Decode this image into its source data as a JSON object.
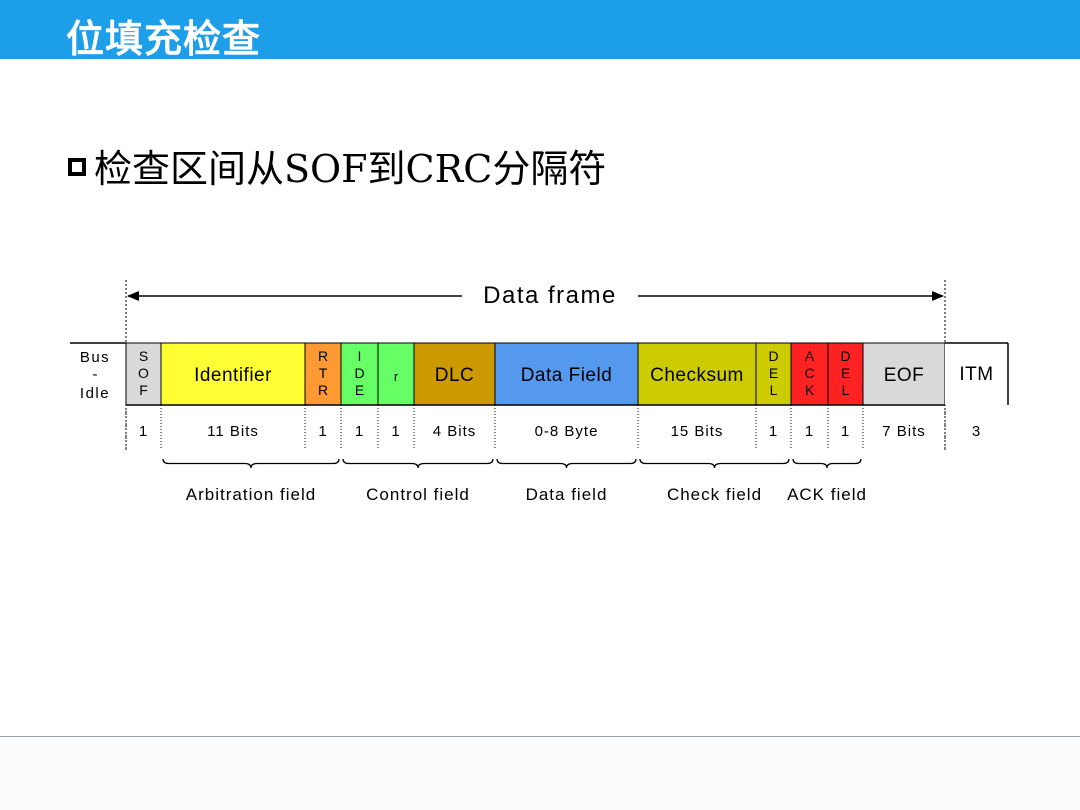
{
  "title": "位填充检查",
  "bullet": "检查区间从SOF到CRC分隔符",
  "diagram": {
    "frame_label": "Data frame",
    "bus_idle": [
      "Bus",
      "-",
      "Idle"
    ],
    "fields": [
      {
        "id": "sof",
        "lines": [
          "S",
          "O",
          "F"
        ],
        "bits": "1",
        "color": "#d9d9d9"
      },
      {
        "id": "identifier",
        "lines": [
          "Identifier"
        ],
        "bits": "11 Bits",
        "color": "#ffff33"
      },
      {
        "id": "rtr",
        "lines": [
          "R",
          "T",
          "R"
        ],
        "bits": "1",
        "color": "#ff9933"
      },
      {
        "id": "ide",
        "lines": [
          "I",
          "D",
          "E"
        ],
        "bits": "1",
        "color": "#66ff66"
      },
      {
        "id": "r",
        "lines": [
          "r"
        ],
        "bits": "1",
        "color": "#66ff66"
      },
      {
        "id": "dlc",
        "lines": [
          "DLC"
        ],
        "bits": "4 Bits",
        "color": "#cc9900"
      },
      {
        "id": "data-field",
        "lines": [
          "Data Field"
        ],
        "bits": "0-8 Byte",
        "color": "#5599ee"
      },
      {
        "id": "checksum",
        "lines": [
          "Checksum"
        ],
        "bits": "15 Bits",
        "color": "#cccc00"
      },
      {
        "id": "crc-del",
        "lines": [
          "D",
          "E",
          "L"
        ],
        "bits": "1",
        "color": "#cccc00"
      },
      {
        "id": "ack",
        "lines": [
          "A",
          "C",
          "K"
        ],
        "bits": "1",
        "color": "#ff2222"
      },
      {
        "id": "ack-del",
        "lines": [
          "D",
          "E",
          "L"
        ],
        "bits": "1",
        "color": "#ff2222"
      },
      {
        "id": "eof",
        "lines": [
          "EOF"
        ],
        "bits": "7 Bits",
        "color": "#d9d9d9"
      },
      {
        "id": "itm",
        "lines": [
          "ITM"
        ],
        "bits": "3",
        "color": "#ffffff"
      }
    ],
    "groups": [
      {
        "id": "arbitration-field",
        "label": "Arbitration field",
        "from": "identifier",
        "to": "rtr"
      },
      {
        "id": "control-field",
        "label": "Control field",
        "from": "ide",
        "to": "dlc"
      },
      {
        "id": "data-field",
        "label": "Data field",
        "from": "data-field",
        "to": "data-field"
      },
      {
        "id": "check-field",
        "label": "Check field",
        "from": "checksum",
        "to": "crc-del"
      },
      {
        "id": "ack-field",
        "label": "ACK field",
        "from": "ack",
        "to": "ack-del"
      }
    ]
  }
}
